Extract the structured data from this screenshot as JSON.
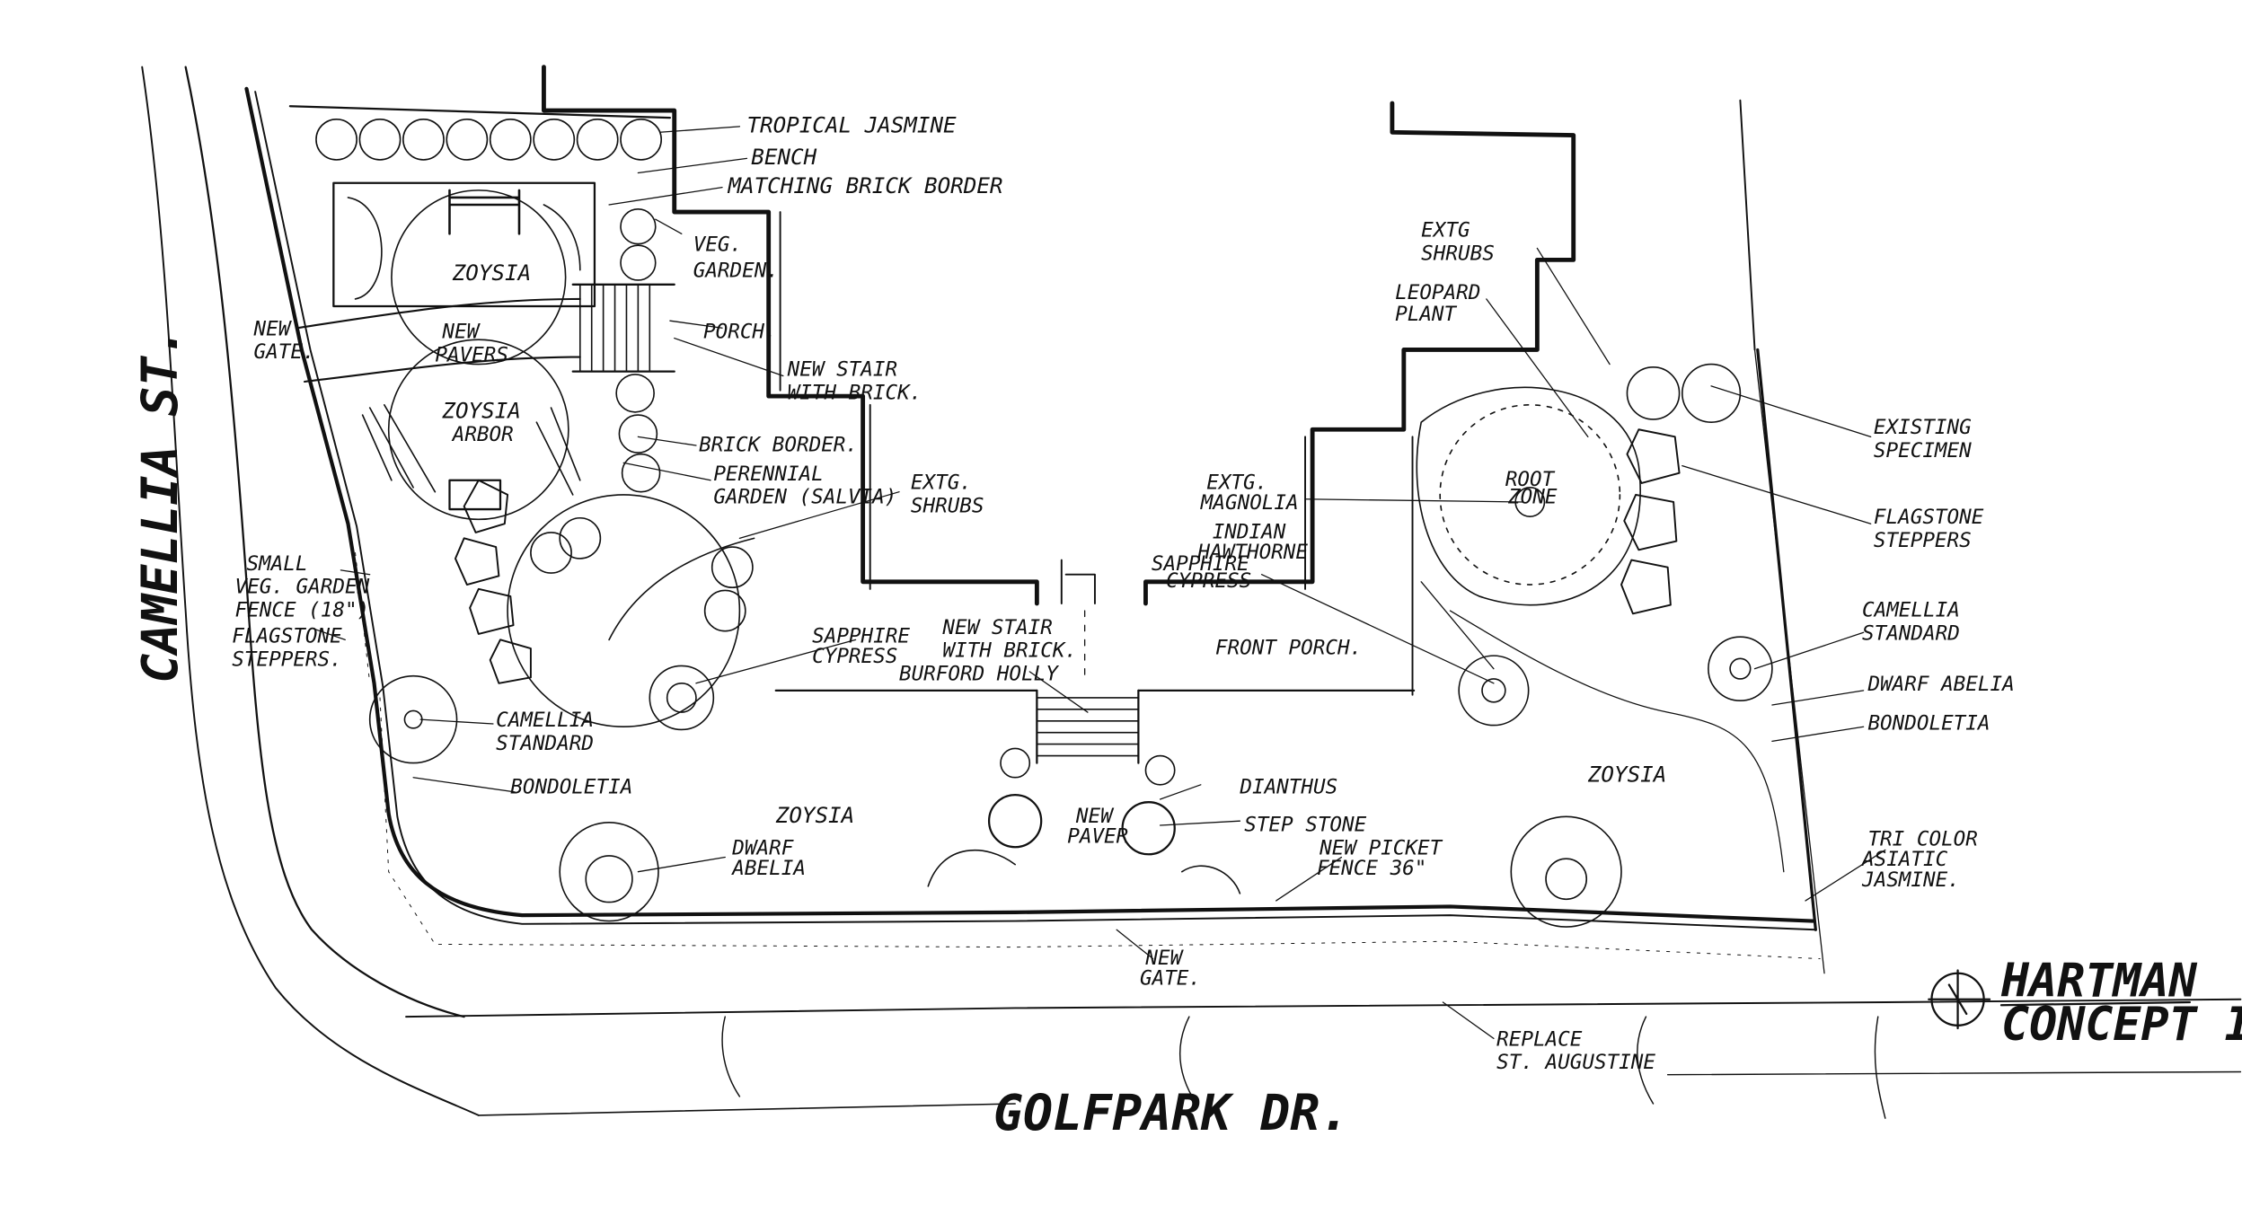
{
  "streets": {
    "west": "CAMELLIA ST.",
    "south": "GOLFPARK DR."
  },
  "title_block": {
    "line1": "HARTMAN",
    "line2": "CONCEPT I"
  },
  "labels": {
    "tropical_jasmine": "TROPICAL JASMINE",
    "bench": "BENCH",
    "matching_brick_border": "MATCHING BRICK BORDER",
    "veg_garden_1": "VEG.",
    "veg_garden_2": "GARDEN.",
    "zoysia_top": "ZOYSIA",
    "new_gate_top_1": "NEW",
    "new_gate_top_2": "GATE.",
    "new_pavers_1": "NEW",
    "new_pavers_2": "PAVERS",
    "porch": "PORCH.",
    "new_stair_brick_1": "NEW STAIR",
    "new_stair_brick_2": "WITH BRICK.",
    "zoysia_arbor": "ZOYSIA",
    "arbor": "ARBOR",
    "brick_border": "BRICK BORDER.",
    "perennial_1": "PERENNIAL",
    "perennial_2": "GARDEN (SALVIA)",
    "extg_shrubs_left_1": "EXTG.",
    "extg_shrubs_left_2": "SHRUBS",
    "small_veg_1": "SMALL",
    "small_veg_2": "VEG. GARDEN",
    "small_veg_3": "FENCE (18\")",
    "flagstone_left_1": "FLAGSTONE",
    "flagstone_left_2": "STEPPERS.",
    "camellia_left_1": "CAMELLIA",
    "camellia_left_2": "STANDARD",
    "bondoletia_left": "BONDOLETIA",
    "sapphire_cypress_1": "SAPPHIRE",
    "sapphire_cypress_2": "CYPRESS",
    "new_stair_center_1": "NEW STAIR",
    "new_stair_center_2": "WITH BRICK.",
    "burford_holly": "BURFORD HOLLY",
    "zoysia_center": "ZOYSIA",
    "dwarf_abelia_left_1": "DWARF",
    "dwarf_abelia_left_2": "ABELIA",
    "new_paver_1": "NEW",
    "new_paver_2": "PAVER",
    "dianthus": "DIANTHUS",
    "step_stone": "STEP STONE",
    "new_picket_1": "NEW PICKET",
    "new_picket_2": "FENCE 36\"",
    "new_gate_bottom_1": "NEW",
    "new_gate_bottom_2": "GATE.",
    "replace_1": "REPLACE",
    "replace_2": "ST. AUGUSTINE",
    "extg_shrubs_right_1": "EXTG",
    "extg_shrubs_right_2": "SHRUBS",
    "leopard_1": "LEOPARD",
    "leopard_2": "PLANT",
    "extg_magnolia_1": "EXTG.",
    "extg_magnolia_2": "MAGNOLIA",
    "indian_hawthorne_1": "INDIAN",
    "indian_hawthorne_2": "HAWTHORNE",
    "sapphire_right_1": "SAPPHIRE",
    "sapphire_right_2": "CYPRESS",
    "front_porch": "FRONT PORCH.",
    "root_zone_1": "ROOT",
    "root_zone_2": "ZONE",
    "zoysia_right": "ZOYSIA",
    "existing_specimen_1": "EXISTING",
    "existing_specimen_2": "SPECIMEN",
    "flagstone_right_1": "FLAGSTONE",
    "flagstone_right_2": "STEPPERS",
    "camellia_right_1": "CAMELLIA",
    "camellia_right_2": "STANDARD",
    "dwarf_abelia_right": "DWARF ABELIA",
    "bondoletia_right": "BONDOLETIA",
    "tri_color_1": "TRI COLOR",
    "tri_color_2": "ASIATIC",
    "tri_color_3": "JASMINE."
  }
}
